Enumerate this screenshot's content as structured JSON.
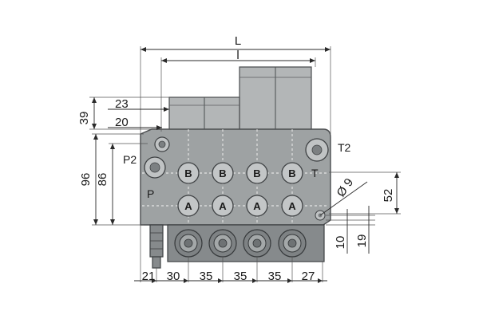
{
  "dimensions": {
    "overall_length": "L",
    "spool_length": "l",
    "height_39": "39",
    "height_23": "23",
    "offset_20": "20",
    "height_96": "96",
    "height_86": "86",
    "height_52": "52",
    "hole_dia": "Ø 9",
    "offset_10": "10",
    "offset_19": "19",
    "pitch_21": "21",
    "pitch_30": "30",
    "pitch_35a": "35",
    "pitch_35b": "35",
    "pitch_35c": "35",
    "pitch_27": "27"
  },
  "ports": {
    "p2": "P2",
    "t2": "T2",
    "p": "P",
    "t": "T"
  },
  "work_ports": {
    "b": [
      "B",
      "B",
      "B",
      "B"
    ],
    "a": [
      "A",
      "A",
      "A",
      "A"
    ]
  },
  "colors": {
    "body": "#9ea2a3",
    "outline": "#4a4d4f"
  }
}
